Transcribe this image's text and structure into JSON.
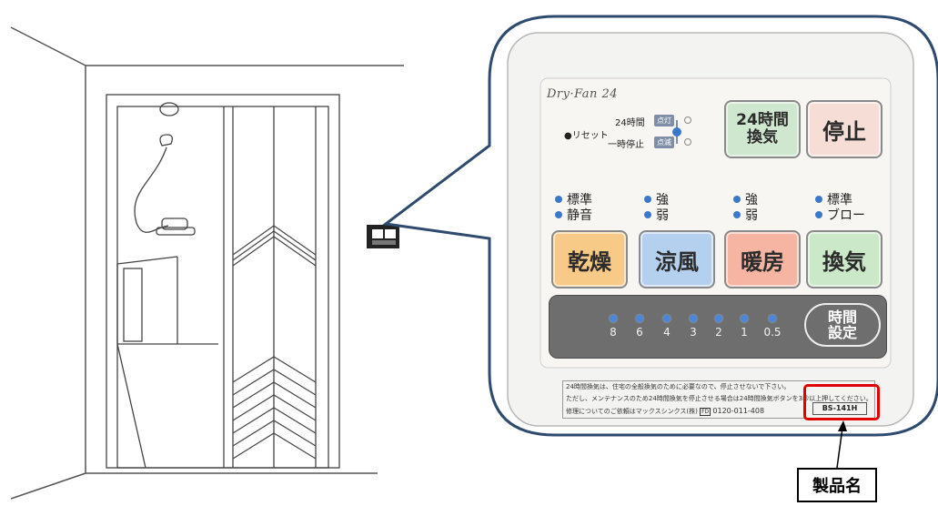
{
  "panel": {
    "brand": "Dry·Fan 24",
    "reset": "●リセット",
    "mode24": "24時間",
    "pause": "一時停止",
    "lit": "点灯",
    "blink": "点滅",
    "buttons": {
      "vent24": [
        "24時間",
        "換気"
      ],
      "stop": "停止",
      "dry": "乾燥",
      "cool": "涼風",
      "heat": "暖房",
      "vent": "換気"
    },
    "modes": {
      "dry": [
        "標準",
        "静音"
      ],
      "cool": [
        "強",
        "弱"
      ],
      "heat": [
        "強",
        "弱"
      ],
      "vent": [
        "標準",
        "ブロー"
      ]
    },
    "timer_values": [
      "8",
      "6",
      "4",
      "3",
      "2",
      "1",
      "0.5"
    ],
    "time_button": [
      "時間",
      "設定"
    ],
    "notice": [
      "24時間換気は、住宅の全般換気のために必要なので、停止させないで下さい。",
      "ただし、メンテナンスのため24時間換気を停止させる場合は24時間換気ボタンを3秒以上押してください。",
      "修理についてのご依頼はマックスシンクス(株)",
      "0120-011-408"
    ],
    "free_dial": "FD",
    "model": "BS-141H"
  },
  "callout_label": "製品名",
  "colors": {
    "bubble_border": "#2e4a6e",
    "panel_bg": "#f3f3f1",
    "vent24_btn": "#cfe6cf",
    "stop_btn": "#f6ddd6",
    "dry_btn": "#f8ca88",
    "cool_btn": "#b5d0ef",
    "heat_btn": "#f5b5a2",
    "vent_btn": "#cbe8c8",
    "timer_bar": "#6e6e6e",
    "indicator": "#3b78c9",
    "highlight": "#e00000"
  }
}
